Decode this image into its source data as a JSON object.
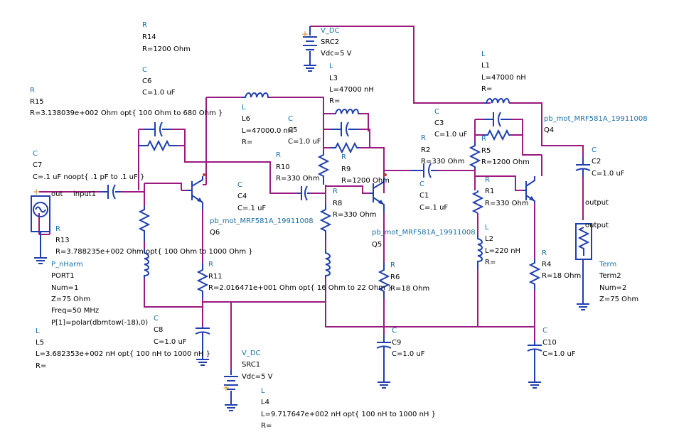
{
  "colors": {
    "wire": "#9a1a7f",
    "component": "#1f3fae",
    "text": "#000000",
    "type_text": "#1a6fa8",
    "pin": "#d08c1f",
    "background": "#ffffff"
  },
  "components": [
    {
      "id": "r14",
      "lines": [
        "R",
        "R14",
        "R=1200 Ohm"
      ]
    },
    {
      "id": "c6",
      "lines": [
        "C",
        "C6",
        "C=1.0 uF"
      ]
    },
    {
      "id": "r15",
      "lines": [
        "R",
        "R15",
        "R=3.138039e+002 Ohm opt{ 100 Ohm to 680 Ohm }"
      ]
    },
    {
      "id": "c7",
      "lines": [
        "C",
        "C7",
        "C=.1 uF noopt{ .1 pF to .1 uF }"
      ]
    },
    {
      "id": "r13",
      "lines": [
        "R",
        "R13",
        "R=3.788235e+002 Ohm opt{ 100 Ohm to 1000 Ohm }"
      ]
    },
    {
      "id": "port1",
      "lines": [
        "P_nHarm",
        "PORT1",
        "Num=1",
        "Z=75 Ohm",
        "Freq=50 MHz",
        "P[1]=polar(dbmtow(-18),0)"
      ]
    },
    {
      "id": "l5",
      "lines": [
        "L",
        "L5",
        "L=3.682353e+002 nH opt{ 100 nH to 1000 nH }",
        "R="
      ]
    },
    {
      "id": "src2",
      "lines": [
        "V_DC",
        "SRC2",
        "Vdc=5 V"
      ]
    },
    {
      "id": "l3",
      "lines": [
        "L",
        "L3",
        "L=47000 nH",
        "R="
      ]
    },
    {
      "id": "l1",
      "lines": [
        "L",
        "L1",
        "L=47000 nH",
        "R="
      ]
    },
    {
      "id": "l6",
      "lines": [
        "L",
        "L6",
        "L=47000.0 nH",
        "R="
      ]
    },
    {
      "id": "c5",
      "lines": [
        "C",
        "C5",
        "C=1.0 uF"
      ]
    },
    {
      "id": "c3",
      "lines": [
        "C",
        "C3",
        "C=1.0 uF"
      ]
    },
    {
      "id": "q4",
      "lines": [
        "pb_mot_MRF581A_19911008",
        "Q4"
      ]
    },
    {
      "id": "r10",
      "lines": [
        "R",
        "R10",
        "R=330 Ohm"
      ]
    },
    {
      "id": "r9",
      "lines": [
        "R",
        "R9",
        "R=1200 Ohm"
      ]
    },
    {
      "id": "r2",
      "lines": [
        "R",
        "R2",
        "R=330 Ohm"
      ]
    },
    {
      "id": "r5",
      "lines": [
        "R",
        "R5",
        "R=1200 Ohm"
      ]
    },
    {
      "id": "c2",
      "lines": [
        "C",
        "C2",
        "C=1.0 uF"
      ]
    },
    {
      "id": "c4",
      "lines": [
        "C",
        "C4",
        "C=.1 uF"
      ]
    },
    {
      "id": "r8",
      "lines": [
        "R",
        "R8",
        "R=330 Ohm"
      ]
    },
    {
      "id": "c1",
      "lines": [
        "C",
        "C1",
        "C=.1 uF"
      ]
    },
    {
      "id": "r1",
      "lines": [
        "R",
        "R1",
        "R=330 Ohm"
      ]
    },
    {
      "id": "q6",
      "lines": [
        "pb_mot_MRF581A_19911008",
        "Q6"
      ]
    },
    {
      "id": "q5",
      "lines": [
        "pb_mot_MRF581A_19911008",
        "Q5"
      ]
    },
    {
      "id": "l2",
      "lines": [
        "L",
        "L2",
        "L=220 nH",
        "R="
      ]
    },
    {
      "id": "r11",
      "lines": [
        "R",
        "R11",
        "R=2.016471e+001 Ohm opt{ 16 Ohm to 22 Ohm }"
      ]
    },
    {
      "id": "r6",
      "lines": [
        "R",
        "R6",
        "R=18 Ohm"
      ]
    },
    {
      "id": "r4",
      "lines": [
        "R",
        "R4",
        "R=18 Ohm"
      ]
    },
    {
      "id": "term2",
      "lines": [
        "Term",
        "Term2",
        "Num=2",
        "Z=75 Ohm"
      ]
    },
    {
      "id": "c8",
      "lines": [
        "C",
        "C8",
        "C=1.0 uF"
      ]
    },
    {
      "id": "c9",
      "lines": [
        "C",
        "C9",
        "C=1.0 uF"
      ]
    },
    {
      "id": "c10",
      "lines": [
        "C",
        "C10",
        "C=1.0 uF"
      ]
    },
    {
      "id": "src1",
      "lines": [
        "V_DC",
        "SRC1",
        "Vdc=5 V"
      ]
    },
    {
      "id": "l4",
      "lines": [
        "L",
        "L4",
        "L=9.717647e+002 nH opt{ 100 nH to 1000 nH }",
        "R="
      ]
    }
  ],
  "net_labels": [
    "out",
    "input1",
    "output",
    "output"
  ]
}
